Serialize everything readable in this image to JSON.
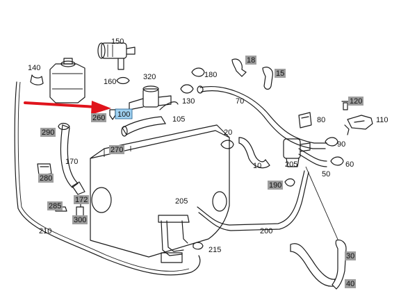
{
  "accent": {
    "arrow": "#e0141c",
    "highlight": "#9fd0f0",
    "label_bg": "#9e9e9e"
  },
  "labels": {
    "l10": "10",
    "l15": "15",
    "l18": "18",
    "l20": "20",
    "l30": "30",
    "l40": "40",
    "l50": "50",
    "l60": "60",
    "l70": "70",
    "l80": "80",
    "l90": "90",
    "l100": "100",
    "l105": "105",
    "l110": "110",
    "l120": "120",
    "l130": "130",
    "l140": "140",
    "l150": "150",
    "l160": "160",
    "l170": "170",
    "l172": "172",
    "l180": "180",
    "l190": "190",
    "l200": "200",
    "l205a": "205",
    "l205b": "205",
    "l210": "210",
    "l215": "215",
    "l260": "260",
    "l270": "270",
    "l280": "280",
    "l285": "285",
    "l290": "290",
    "l300": "300",
    "l320": "320"
  }
}
